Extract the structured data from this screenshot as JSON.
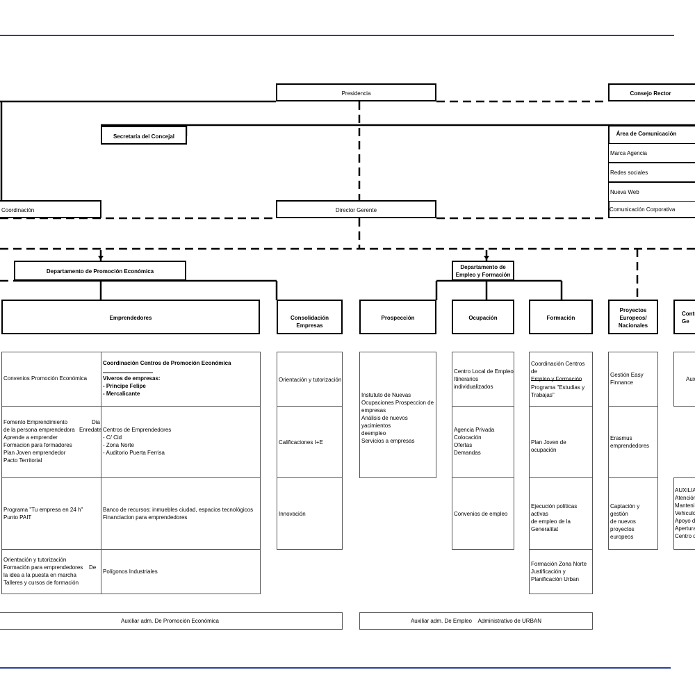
{
  "top": {
    "presidencia": "Presidencia",
    "consejo_rector": "Consejo Rector",
    "secretaria": "Secretaría del Concejal",
    "area_comunicacion": "Área de Comunicación",
    "comunicacion_items": [
      "Marca Agencia",
      "Redes sociales",
      "Nueva Web",
      "Comunicación  Corporativa"
    ],
    "coordinacion": "Coordinación",
    "director_gerente": "Director Gerente"
  },
  "departments": {
    "promocion": "Departamento de Promoción Económica",
    "empleo": "Departamento de\nEmpleo y Formación"
  },
  "units": {
    "emprendedores": "Emprendedores",
    "consolidacion": "Consolidación Empresas",
    "prospeccion": "Prospección",
    "ocupacion": "Ocupación",
    "formacion": "Formación",
    "proyectos": "Proyectos\nEuropeos/\nNacionales",
    "contr": "Contr\nGe"
  },
  "emprendedores": {
    "left": [
      "Convenios Promoción Económica",
      "Fomento Emprendimiento\nde la persona emprendedora\nAprende a emprender\nFormacion para formadores\nPlan Joven emprendedor\nPacto Territorial",
      "Programa \"Tu empresa en 24 h\"\nPunto PAIT",
      "Orientación y tutorización\nFormación para emprendedores\nla idea a la puesta en marcha\nTalleres y cursos de formación"
    ],
    "left_side_dia": "Dia\nEnredate",
    "left_side_de": "De",
    "right_title": "Coordinación Centros de Promoción Económica",
    "right_viveros": "Viveros de empresas:\n- Principe Felipe\n- Mercalicante",
    "right": [
      "Centros de Emprendedores\n- C/ Cid\n- Zona Norte\n- Auditorio Puerta Ferrisa",
      "Banco de recursos: inmuebles ciudad, espacios tecnológicos\nFinanciacion para emprendedores",
      "Polígonos Industriales"
    ]
  },
  "consolidacion": [
    "Orientación y tutorización",
    "Calificaciones I+E",
    "Innovación"
  ],
  "prospeccion": "Instututo de Nuevas\nOcupaciones    Prospeccion de\nempresas\nAnálisis de nuevos yacimientos\ndeempleo\nServicios a empresas",
  "ocupacion": [
    "Centro Local de Empleo\nItinerarios\nindividualizados",
    "Agencia Privada\nColocación\nOfertas\nDemandas",
    "Convenios de empleo"
  ],
  "formacion": {
    "first_a": "Coordinación Centros de\nEmpleo y Formación",
    "first_b": "Programa \"Estudias y\nTrabajas\"",
    "rest": [
      "Plan Joven de ocupación",
      "Ejecución políticas activas\nde empleo de la\nGeneralitat",
      "Formación Zona Norte\nJustificación y\nPlanificación Urban"
    ]
  },
  "proyectos": [
    "Gestión Easy\nFinnance",
    "Erasmus\nemprendedores",
    "Captación y gestión\nde nuevos\nproyectos europeos"
  ],
  "contr": [
    "Aux",
    "AUXILIA\nAtención\nMantenim\nVehiculo\nApoyo de\nApertura\nCentro d"
  ],
  "aux": {
    "promocion": "Auxiliar adm. De Promoción Económica",
    "empleo": "Auxiliar adm. De Empleo    Administrativo de URBAN"
  },
  "colors": {
    "rule": "#2e3f9c",
    "line": "#000000"
  }
}
